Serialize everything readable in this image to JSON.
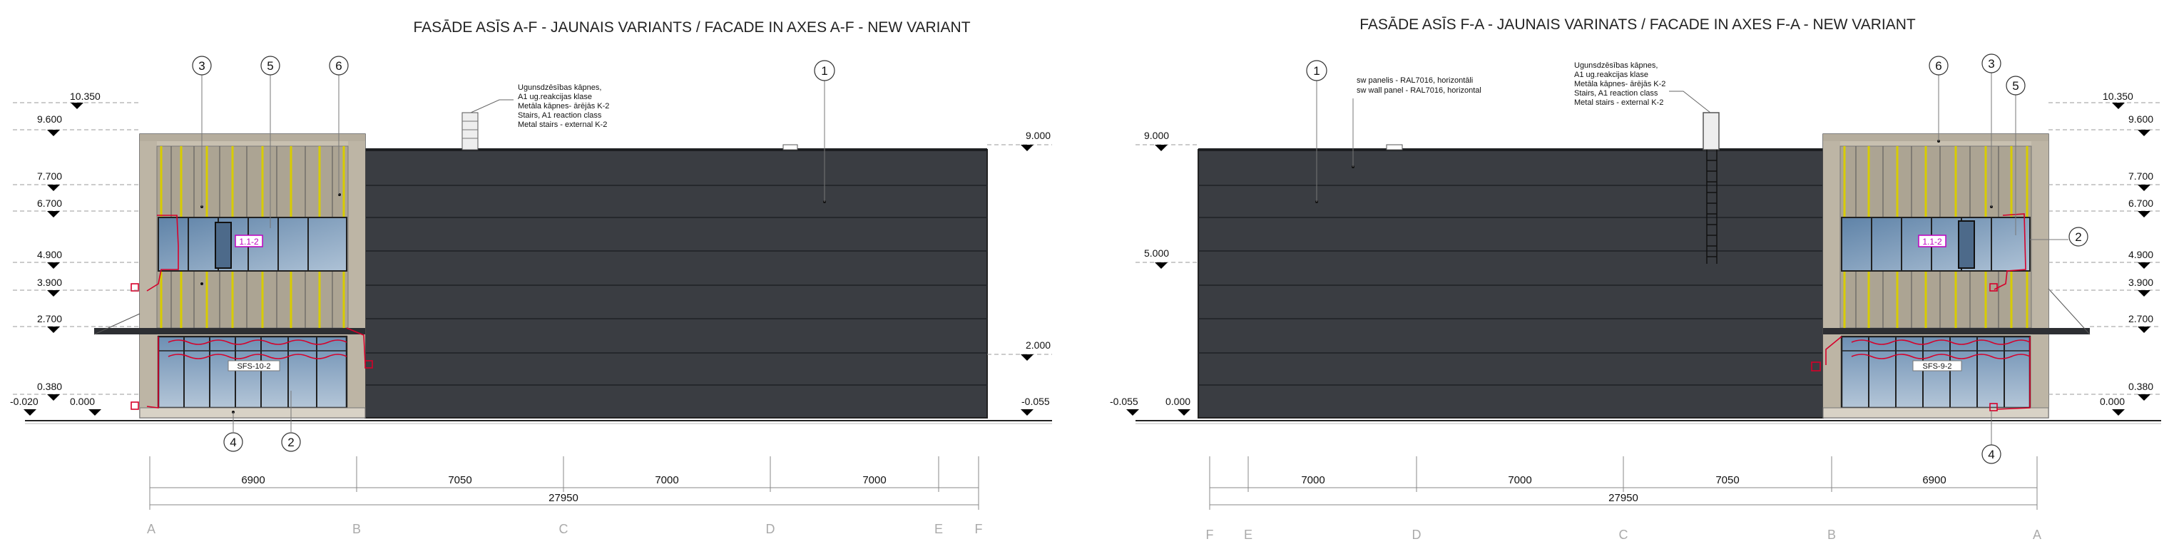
{
  "colors": {
    "panel_dark": "#3a3d42",
    "panel_line": "#22252a",
    "wall_beige": "#c8c0b0",
    "glass_top": "#6d8fb3",
    "glass_bottom": "#a8bed4",
    "fire_red": "#d6002a",
    "tag_magenta": "#c000c0",
    "mullion_yellow": "#d8cc00"
  },
  "left": {
    "title": "FASĀDE ASĪS  A-F - JAUNAIS VARIANTS / FACADE IN AXES A-F - NEW VARIANT",
    "levels_left": [
      "10.350",
      "9.600",
      "7.700",
      "6.700",
      "4.900",
      "3.900",
      "2.700",
      "0.380",
      "-0.020",
      "0.000"
    ],
    "levels_right": [
      "9.000",
      "2.000",
      "-0.055"
    ],
    "stairs_note": [
      "Ugunsdzēsības kāpnes,",
      "A1 ug.reakcijas klase",
      "Metāla kāpnes- ārējās K-2",
      "Stairs, A1 reaction class",
      "Metal stairs - external K-2"
    ],
    "callouts_top": [
      "3",
      "5",
      "6",
      "1"
    ],
    "callouts_bottom": [
      "4",
      "2"
    ],
    "sfs_label": "SFS-10-2",
    "tag": "1.1-2",
    "dims": [
      "6900",
      "7050",
      "7000",
      "7000"
    ],
    "total": "27950",
    "axes": [
      "A",
      "B",
      "C",
      "D",
      "E",
      "F"
    ]
  },
  "right": {
    "title": "FASĀDE ASĪS  F-A - JAUNAIS VARINATS / FACADE IN AXES F-A - NEW VARIANT",
    "levels_left": [
      "9.000",
      "5.000",
      "-0.055",
      "0.000"
    ],
    "levels_right": [
      "10.350",
      "9.600",
      "7.700",
      "6.700",
      "4.900",
      "3.900",
      "2.700",
      "0.380",
      "0.000"
    ],
    "panel_note": [
      "sw panelis - RAL7016, horizontāli",
      "sw wall panel - RAL7016, horizontal"
    ],
    "stairs_note": [
      "Ugunsdzēsības kāpnes,",
      "A1 ug.reakcijas klase",
      "Metāla kāpnes- ārējās K-2",
      "Stairs, A1 reaction class",
      "Metal stairs - external K-2"
    ],
    "callouts": [
      "1",
      "6",
      "3",
      "5",
      "2",
      "4"
    ],
    "sfs_label": "SFS-9-2",
    "tag": "1.1-2",
    "dims": [
      "7000",
      "7000",
      "7050",
      "6900"
    ],
    "total": "27950",
    "axes": [
      "F",
      "E",
      "D",
      "C",
      "B",
      "A"
    ]
  }
}
